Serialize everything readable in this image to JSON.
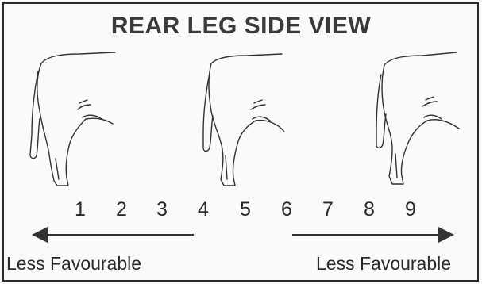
{
  "title": "REAR LEG SIDE VIEW",
  "scale": [
    "1",
    "2",
    "3",
    "4",
    "5",
    "6",
    "7",
    "8",
    "9"
  ],
  "left_caption": "Less Favourable",
  "right_caption": "Less Favourable"
}
